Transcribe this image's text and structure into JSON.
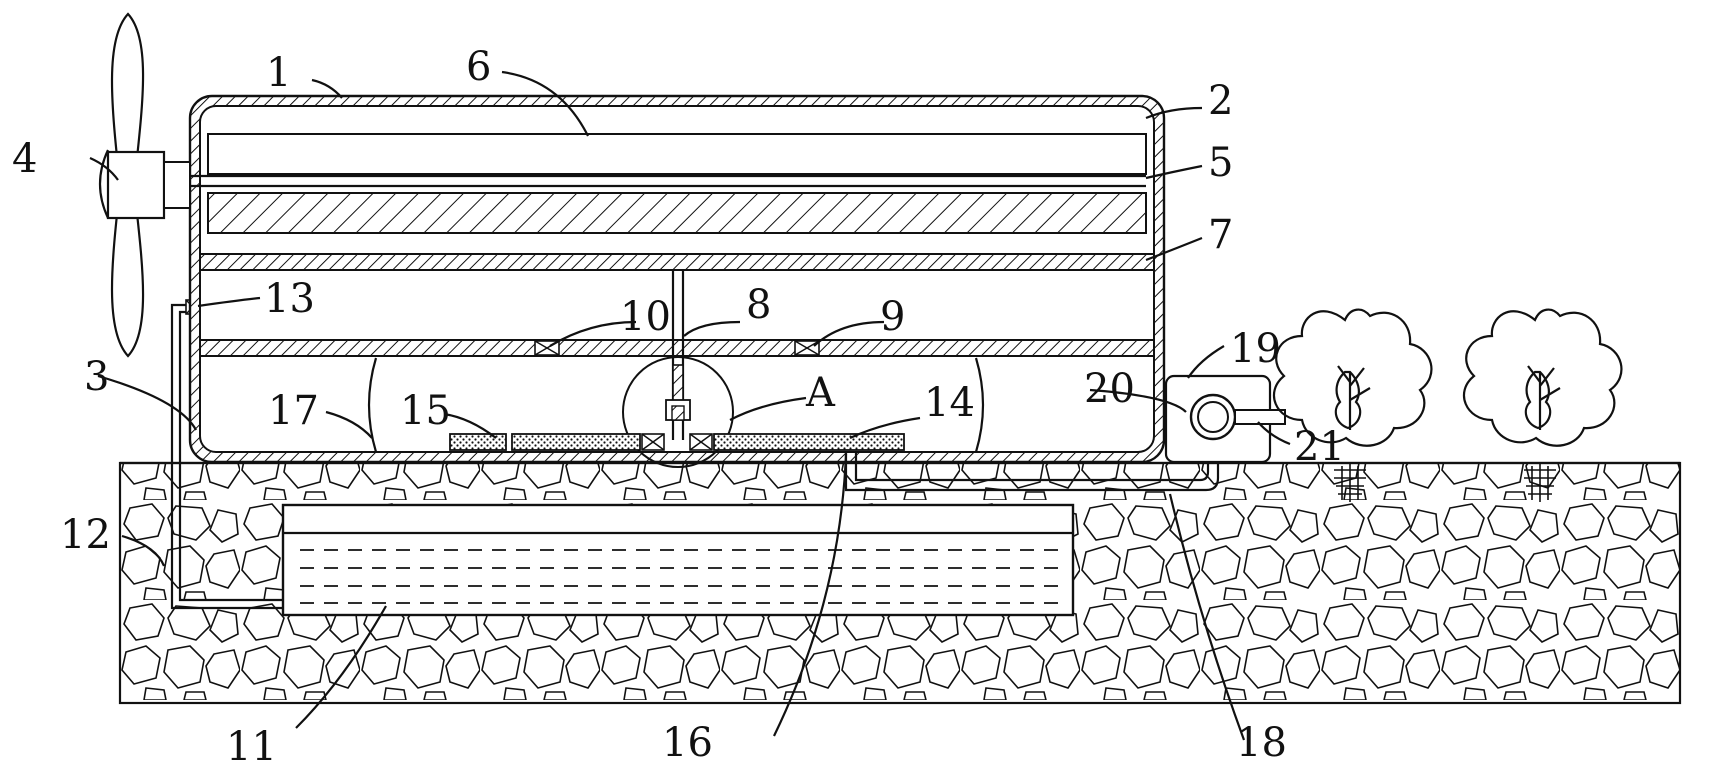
{
  "labels": {
    "l1": "1",
    "l2": "2",
    "l3": "3",
    "l4": "4",
    "l5": "5",
    "l6": "6",
    "l7": "7",
    "l8": "8",
    "l9": "9",
    "l10": "10",
    "l11": "11",
    "l12": "12",
    "l13": "13",
    "l14": "14",
    "l15": "15",
    "l16": "16",
    "l17": "17",
    "l18": "18",
    "l19": "19",
    "l20": "20",
    "l21": "21",
    "lA": "A"
  }
}
